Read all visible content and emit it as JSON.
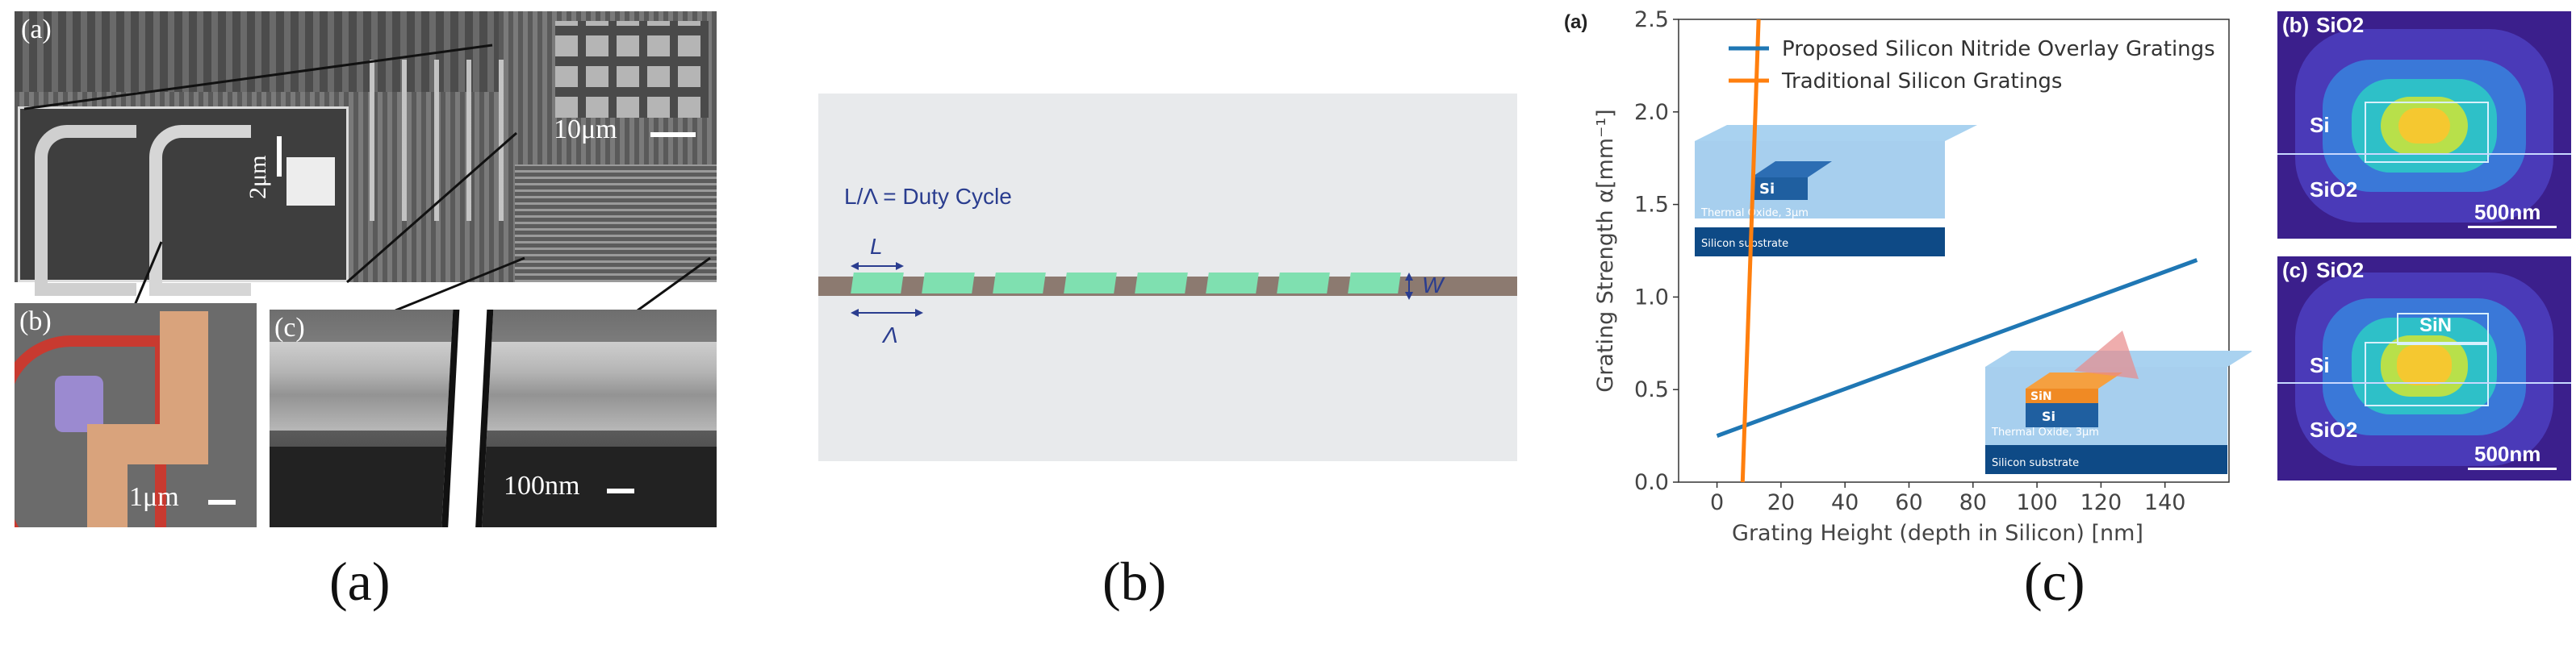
{
  "panel_captions": [
    "(a)",
    "(b)",
    "(c)"
  ],
  "sem": {
    "main_label": "(a)",
    "inset_b_label": "(b)",
    "inset_c_label": "(c)",
    "scale_main": "10μm",
    "scale_inset": "2μm",
    "scale_b": "1μm",
    "scale_c": "100nm"
  },
  "grating_schematic": {
    "duty_cycle_text": "L/Λ = Duty Cycle",
    "label_L": "L",
    "label_period": "Λ",
    "label_W": "W",
    "tooth_color": "#7fe0b0",
    "waveguide_color": "#8c7a70"
  },
  "chart_panel_label": "(a)",
  "chart_data": {
    "type": "line",
    "xlabel": "Grating Height (depth in Silicon) [nm]",
    "ylabel": "Grating Strength α[mm⁻¹]",
    "xlim": [
      -12,
      160
    ],
    "ylim": [
      0,
      2.5
    ],
    "xticks": [
      0,
      20,
      40,
      60,
      80,
      100,
      120,
      140
    ],
    "yticks": [
      0.0,
      0.5,
      1.0,
      1.5,
      2.0,
      2.5
    ],
    "legend_position": "top-right",
    "series": [
      {
        "name": "Proposed Silicon Nitride Overlay Gratings",
        "color": "#1f77b4",
        "x": [
          0,
          150
        ],
        "y": [
          0.25,
          1.2
        ]
      },
      {
        "name": "Traditional Silicon Gratings",
        "color": "#ff7f0e",
        "x": [
          8,
          13
        ],
        "y": [
          0.0,
          2.5
        ]
      }
    ],
    "inset_top": {
      "si": "Si",
      "oxide": "Thermal Oxide, 3μm",
      "substrate": "Silicon substrate"
    },
    "inset_bottom": {
      "sin": "SiN",
      "si": "Si",
      "oxide": "Thermal Oxide, 3μm",
      "substrate": "Silicon substrate"
    }
  },
  "mode_panels": [
    {
      "label": "(b)",
      "top": "SiO2",
      "core": "Si",
      "bottom": "SiO2",
      "scale": "500nm"
    },
    {
      "label": "(c)",
      "top": "SiO2",
      "core": "Si",
      "overlay": "SiN",
      "bottom": "SiO2",
      "scale": "500nm"
    }
  ]
}
